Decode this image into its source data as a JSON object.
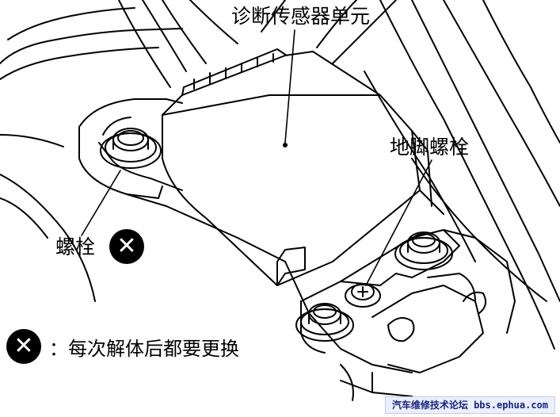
{
  "labels": {
    "sensor_unit": "诊断传感器单元",
    "anchor_bolt": "地脚螺栓",
    "bolt": "螺栓",
    "legend_note": "：每次解体后都要更换"
  },
  "symbols": {
    "replace_mark_icon": "x-circle-icon",
    "replace_mark_glyph": "✕"
  },
  "watermark": {
    "text": "汽车维修技术论坛 bbs.ephua.com"
  },
  "colors": {
    "ink": "#000000",
    "background": "#ffffff",
    "watermark_text": "#1a237e",
    "watermark_bg": "#eaf0ff"
  }
}
